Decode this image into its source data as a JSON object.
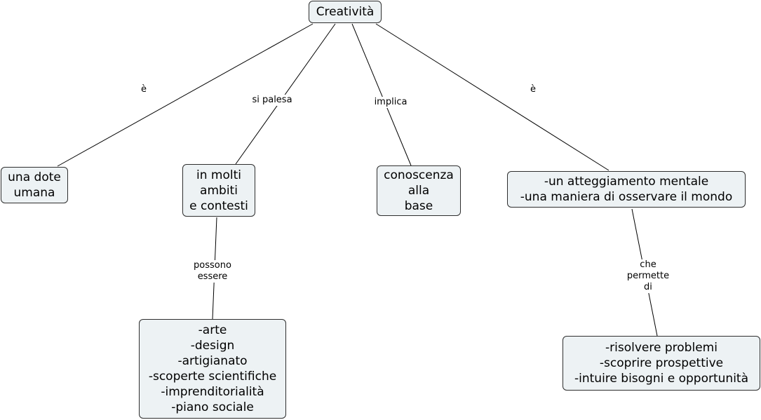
{
  "nodes": {
    "root": "Creatività",
    "dote": "una dote\numana",
    "ambiti": "in molti\nambiti\ne contesti",
    "conoscenza": "conoscenza\nalla\nbase",
    "atteggiamento": "-un atteggiamento mentale\n-una maniera di osservare il mondo",
    "settori": "-arte\n-design\n-artigianato\n-scoperte scientifiche\n-imprenditorialità\n-piano sociale",
    "risolvere": "-risolvere problemi\n-scoprire prospettive\n-intuire bisogni e opportunità"
  },
  "links": {
    "e1": "è",
    "si_palesa": "si palesa",
    "implica": "implica",
    "e2": "è",
    "possono_essere": "possono\nessere",
    "che_permette_di": "che\npermette\ndi"
  },
  "colors": {
    "node_fill": "#edf2f4",
    "node_border": "#2e2e2e",
    "line": "#000000"
  }
}
